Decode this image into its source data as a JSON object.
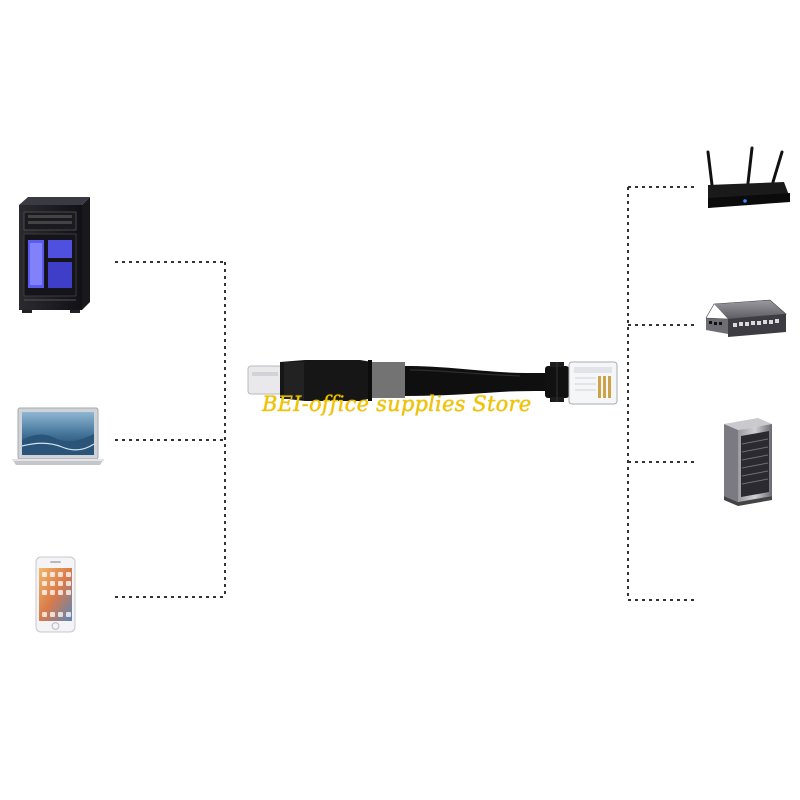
{
  "diagram": {
    "left_devices": [
      {
        "id": "desktop-pc",
        "icon": "desktop-tower-icon"
      },
      {
        "id": "laptop",
        "icon": "laptop-icon"
      },
      {
        "id": "smartphone",
        "icon": "smartphone-icon"
      }
    ],
    "center_device": {
      "id": "usb-c-to-rj45-console-cable",
      "icon": "cable-icon"
    },
    "right_devices": [
      {
        "id": "wifi-router",
        "icon": "router-icon"
      },
      {
        "id": "network-switch",
        "icon": "switch-icon"
      },
      {
        "id": "rack-server",
        "icon": "server-rack-icon"
      },
      {
        "id": "unlabeled-port",
        "icon": ""
      }
    ],
    "line_style": "dotted",
    "line_color": "#333333"
  },
  "watermark": {
    "text": "BEI-office supplies Store",
    "color": "#f2c400"
  }
}
